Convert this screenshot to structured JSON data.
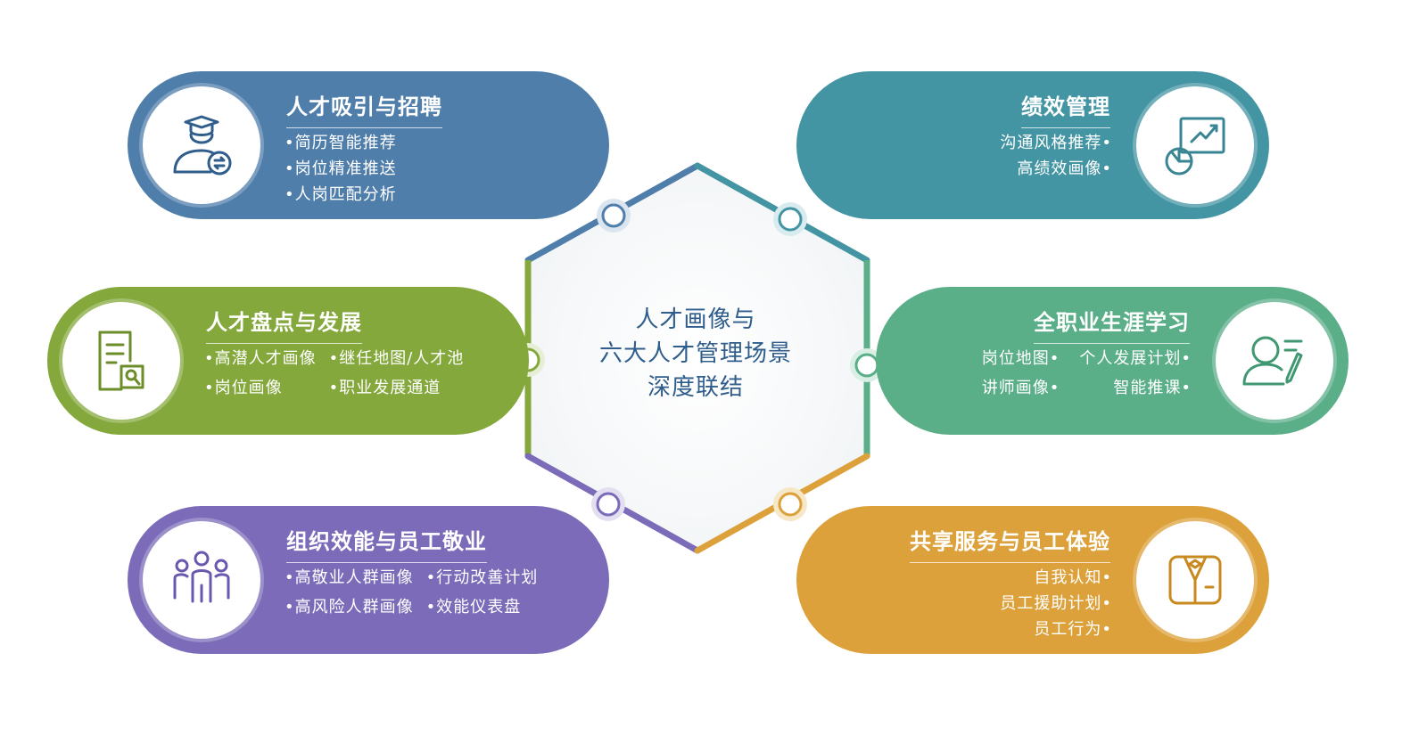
{
  "center": {
    "lines": [
      "人才画像与",
      "六大人才管理场景",
      "深度联结"
    ]
  },
  "colors": {
    "blue": "#4f7eab",
    "teal": "#4495a3",
    "green": "#84a83c",
    "seagreen": "#5aae88",
    "purple": "#7b6bb9",
    "orange": "#dca13a"
  },
  "cards": {
    "recruit": {
      "title": "人才吸引与招聘",
      "icon": "graduate-person-icon",
      "bullets": [
        "•简历智能推荐",
        "•岗位精准推送",
        "•人岗匹配分析"
      ]
    },
    "performance": {
      "title": "绩效管理",
      "icon": "chart-board-icon",
      "bullets": [
        "沟通风格推荐•",
        "高绩效画像•"
      ]
    },
    "inventory": {
      "title": "人才盘点与发展",
      "icon": "document-search-icon",
      "bullets": [
        "•高潜人才画像",
        "•继任地图/人才池",
        "•岗位画像",
        "•职业发展通道"
      ]
    },
    "career": {
      "title": "全职业生涯学习",
      "icon": "user-pen-icon",
      "bullets": [
        "岗位地图•",
        "个人发展计划•",
        "讲师画像•",
        "智能推课•"
      ]
    },
    "engagement": {
      "title": "组织效能与员工敬业",
      "icon": "people-group-icon",
      "bullets": [
        "•高敬业人群画像",
        "•行动改善计划",
        "•高风险人群画像",
        "•效能仪表盘"
      ]
    },
    "shared": {
      "title": "共享服务与员工体验",
      "icon": "suit-badge-icon",
      "bullets": [
        "自我认知•",
        "员工援助计划•",
        "员工行为•"
      ]
    }
  }
}
